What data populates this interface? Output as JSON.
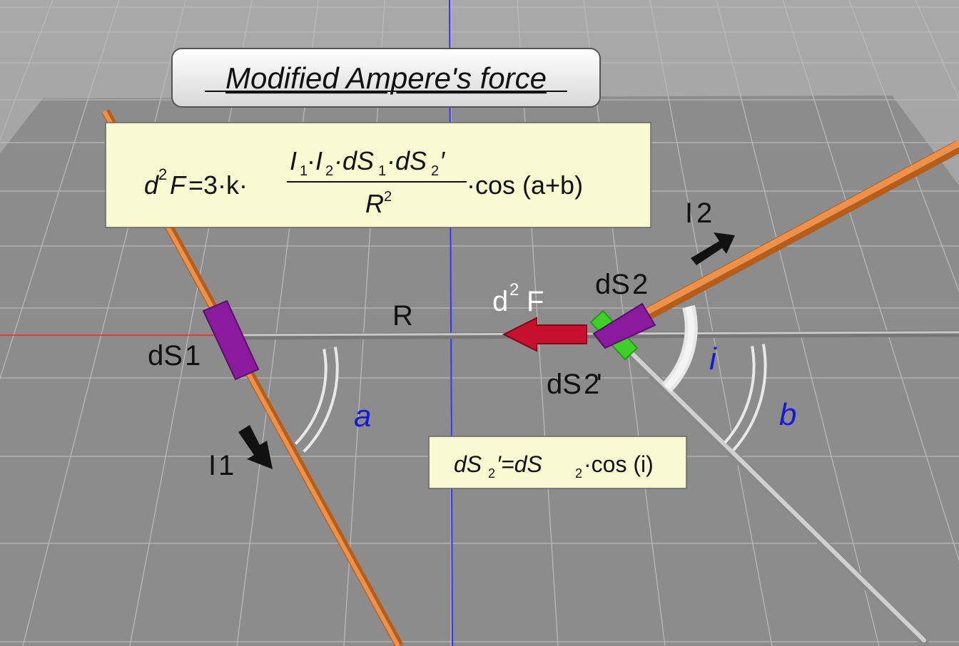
{
  "title": "Modified Ampere's force",
  "formula_main": {
    "lhs_d": "d",
    "lhs_exp": "2",
    "lhs_F": "F",
    "equals": "=3·k·",
    "num_I1": "I",
    "num_I1_sub": "1",
    "num_dot1": "·",
    "num_I2": "I",
    "num_I2_sub": "2",
    "num_dot2": "·dS",
    "num_dS1_sub": "1",
    "num_dot3": "·dS",
    "num_dS2_sub": "2",
    "num_prime": "′",
    "den_R": "R",
    "den_exp": "2",
    "tail": "·cos (a+b)"
  },
  "formula_small": {
    "lhs": "dS",
    "lhs_sub": "2",
    "lhs_rest": "′=dS",
    "rhs_sub": "2",
    "rhs_rest": "·cos (i)"
  },
  "labels": {
    "I1": "I",
    "I1_sub": "1",
    "I2": "I",
    "I2_sub": "2",
    "dS1": "dS",
    "dS1_sub": "1",
    "dS2": "dS",
    "dS2_sub": "2",
    "dS2p": "dS",
    "dS2p_sub": "2",
    "dS2p_prime": "'",
    "R": "R",
    "force_d": "d",
    "force_exp": "2",
    "force_F": "F",
    "angle_a": "a",
    "angle_b": "b",
    "angle_i": "i"
  },
  "colors": {
    "wire_orange": "#e8822e",
    "segment_purple": "#8a1a9e",
    "projection_green": "#3fcf2a",
    "force_arrow_red": "#c8102e",
    "projection_line_gray": "#b4b4b4",
    "formula_bg": "#fafad2",
    "axis_blue": "#3333ff",
    "axis_red": "#ff2222",
    "angle_label_blue": "#1a1ad6"
  }
}
